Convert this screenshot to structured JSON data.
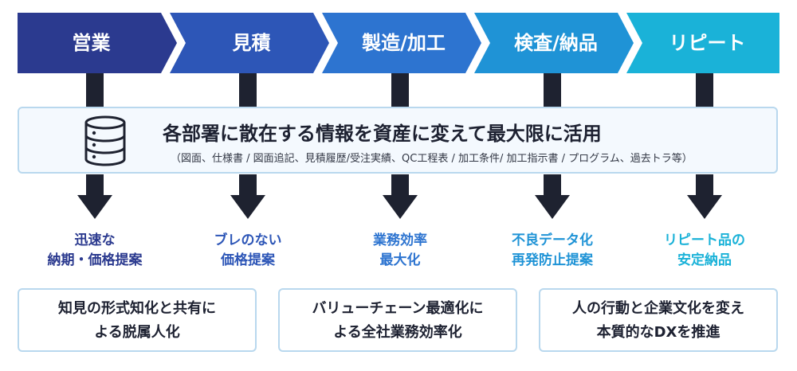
{
  "stages": [
    {
      "label": "営業",
      "color": "#2b3a8f"
    },
    {
      "label": "見積",
      "color": "#2d56b7"
    },
    {
      "label": "製造/加工",
      "color": "#2d74d0"
    },
    {
      "label": "検査/納品",
      "color": "#1f93d6"
    },
    {
      "label": "リピート",
      "color": "#1ab2d8"
    }
  ],
  "center": {
    "icon": "database-icon",
    "title": "各部署に散在する情報を資産に変えて最大限に活用",
    "subtitle": "（図面、仕様書 / 図面追記、見積履歴/受注実績、QC工程表 / 加工条件/ 加工指示書 / プログラム、過去トラ等）"
  },
  "benefits": [
    {
      "lines": [
        "迅速な",
        "納期・価格提案"
      ],
      "color": "#2b3a8f"
    },
    {
      "lines": [
        "ブレのない",
        "価格提案"
      ],
      "color": "#2d56b7"
    },
    {
      "lines": [
        "業務効率",
        "最大化"
      ],
      "color": "#2d74d0"
    },
    {
      "lines": [
        "不良データ化",
        "再発防止提案"
      ],
      "color": "#1f93d6"
    },
    {
      "lines": [
        "リピート品の",
        "安定納品"
      ],
      "color": "#1ab2d8"
    }
  ],
  "outcomes": [
    {
      "lines": [
        "知見の形式知化と共有に",
        "よる脱属人化"
      ]
    },
    {
      "lines": [
        "バリューチェーン最適化に",
        "よる全社業務効率化"
      ]
    },
    {
      "lines": [
        "人の行動と企業文化を変え",
        "本質的なDXを推進"
      ]
    }
  ]
}
